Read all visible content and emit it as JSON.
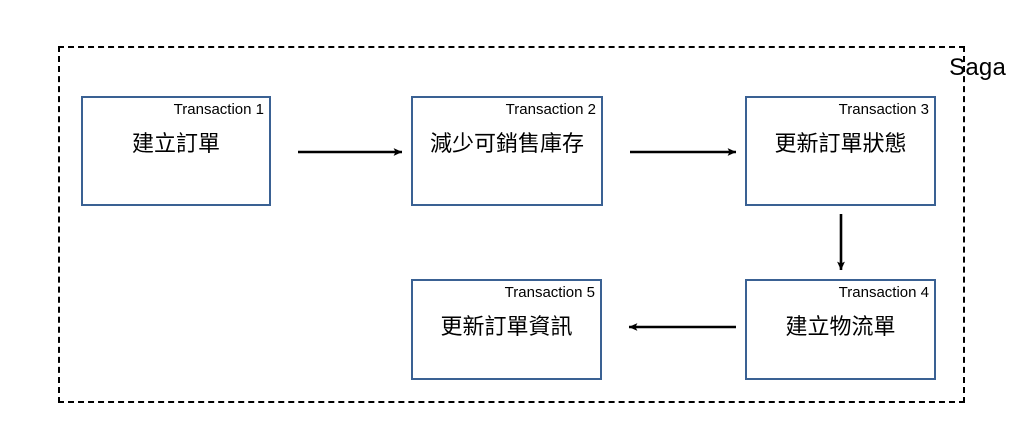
{
  "diagram": {
    "type": "flowchart",
    "background_color": "#ffffff",
    "container": {
      "label": "Saga",
      "border_style": "dashed",
      "border_color": "#000000"
    },
    "box_border_color": "#3A6193",
    "arrow_color": "#000000",
    "nodes": [
      {
        "id": "t1",
        "label": "Transaction 1",
        "title": "建立訂單"
      },
      {
        "id": "t2",
        "label": "Transaction 2",
        "title": "減少可銷售庫存"
      },
      {
        "id": "t3",
        "label": "Transaction 3",
        "title": "更新訂單狀態"
      },
      {
        "id": "t4",
        "label": "Transaction 4",
        "title": "建立物流單"
      },
      {
        "id": "t5",
        "label": "Transaction 5",
        "title": "更新訂單資訊"
      }
    ],
    "edges": [
      {
        "id": "e1",
        "from": "t1",
        "to": "t2",
        "direction": "right"
      },
      {
        "id": "e2",
        "from": "t2",
        "to": "t3",
        "direction": "right"
      },
      {
        "id": "e3",
        "from": "t3",
        "to": "t4",
        "direction": "down"
      },
      {
        "id": "e4",
        "from": "t4",
        "to": "t5",
        "direction": "left"
      }
    ]
  }
}
